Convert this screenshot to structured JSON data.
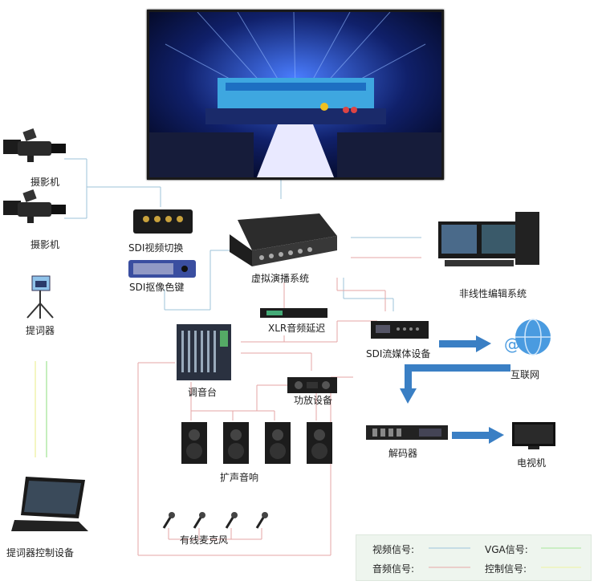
{
  "devices": {
    "camera1": "摄影机",
    "camera2": "摄影机",
    "teleprompter": "提词器",
    "teleprompter_controller": "提词器控制设备",
    "sdi_switch": "SDI视频切换",
    "sdi_keyer": "SDI抠像色键",
    "virtual_studio": "虚拟演播系统",
    "nle": "非线性编辑系统",
    "xlr_delay": "XLR音频延迟",
    "mixer": "调音台",
    "amplifier": "功放设备",
    "sdi_streaming": "SDI流媒体设备",
    "internet": "互联网",
    "speakers": "扩声音响",
    "decoder": "解码器",
    "tv": "电视机",
    "microphones": "有线麦克风"
  },
  "legend": {
    "video": "视频信号:",
    "vga": "VGA信号:",
    "audio": "音频信号:",
    "control": "控制信号:"
  },
  "colors": {
    "video": "#9cc3da",
    "audio": "#e6a6a6",
    "vga": "#a8e69a",
    "control": "#eef2a0",
    "flow_arrow": "#3a7fc4"
  }
}
